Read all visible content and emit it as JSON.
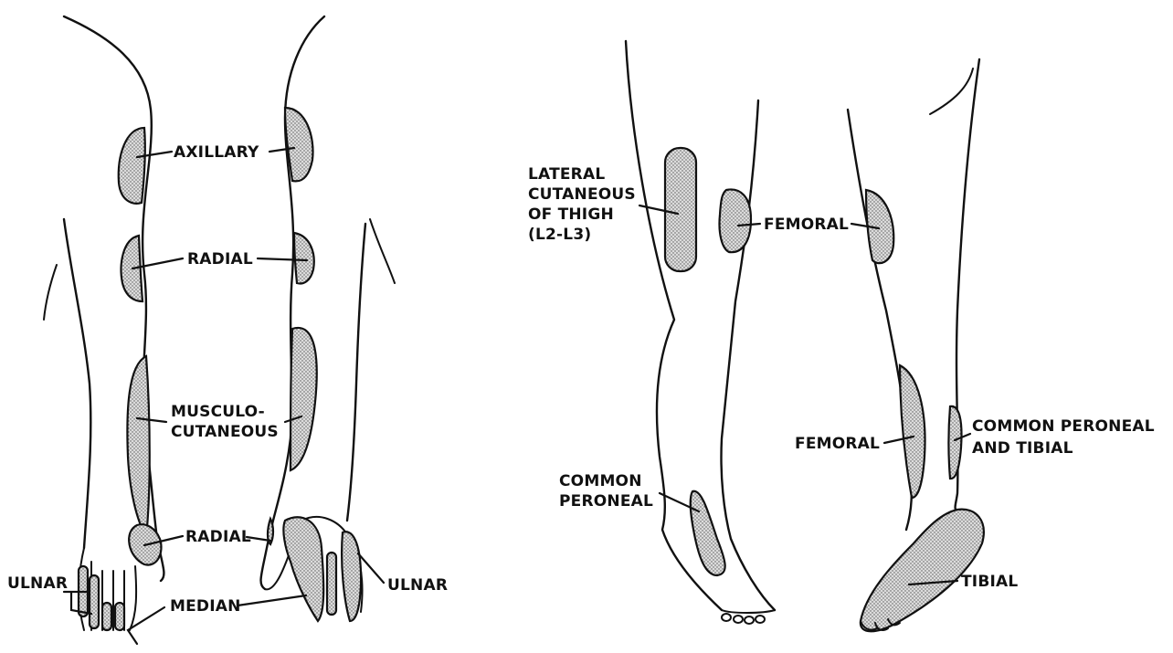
{
  "upper_limb": {
    "axillary": "AXILLARY",
    "radial_upper": "RADIAL",
    "musculocutaneous_line1": "MUSCULO-",
    "musculocutaneous_line2": "CUTANEOUS",
    "radial_hand": "RADIAL",
    "ulnar_left": "ULNAR",
    "median": "MEDIAN",
    "ulnar_right": "ULNAR"
  },
  "lower_limb": {
    "lateral_line1": "LATERAL",
    "lateral_line2": "CUTANEOUS",
    "lateral_line3": "OF THIGH",
    "lateral_line4": "(L2-L3)",
    "femoral_thigh": "FEMORAL",
    "femoral_leg": "FEMORAL",
    "common_peroneal_line1": "COMMON",
    "common_peroneal_line2": "PERONEAL",
    "peroneal_tibial_line1": "COMMON PERONEAL",
    "peroneal_tibial_line2": "AND TIBIAL",
    "tibial": "TIBIAL"
  },
  "colors": {
    "ink": "#111111",
    "stipple_fill": "#d9d9d9",
    "background": "#ffffff"
  }
}
